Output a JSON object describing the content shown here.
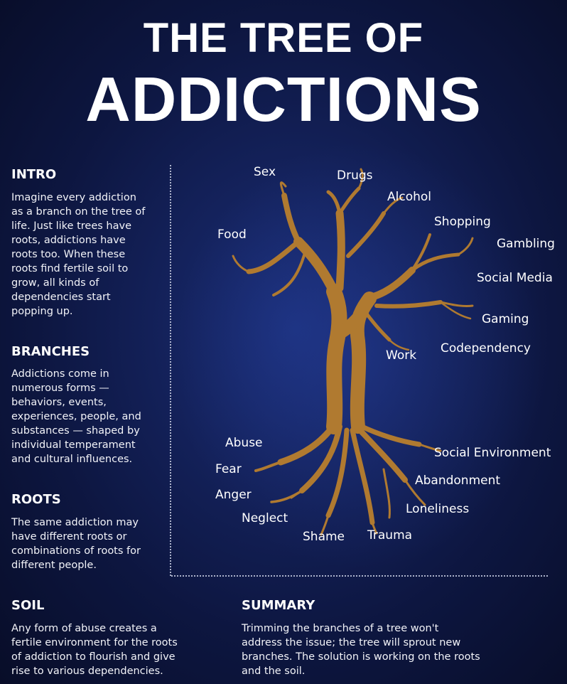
{
  "title": {
    "line1": "THE TREE OF",
    "line2": "ADDICTIONS"
  },
  "sections": {
    "intro": {
      "heading": "INTRO",
      "lines": [
        "Imagine every addiction",
        "as a branch on the tree of",
        "life. Just like trees have",
        "roots, addictions have",
        "roots too. When these",
        "roots find fertile soil to",
        "grow, all kinds of",
        "dependencies start",
        "popping up."
      ]
    },
    "branches": {
      "heading": "BRANCHES",
      "lines": [
        "Addictions come in",
        "numerous forms —",
        "behaviors, events,",
        "experiences, people, and",
        "substances — shaped by",
        "individual temperament",
        "and cultural influences."
      ]
    },
    "roots": {
      "heading": "ROOTS",
      "lines": [
        "The same addiction may",
        "have different roots or",
        "combinations of roots for",
        "different people."
      ]
    },
    "soil": {
      "heading": "SOIL",
      "lines": [
        "Any form of abuse creates a",
        "fertile environment for the roots",
        "of addiction to flourish and give",
        "rise to various dependencies."
      ]
    },
    "summary": {
      "heading": "SUMMARY",
      "lines": [
        "Trimming the branches of a tree won't",
        "address the issue; the tree will sprout new",
        "branches. The solution is working on the roots",
        "and the soil."
      ]
    }
  },
  "diagram": {
    "branch_labels": [
      "Sex",
      "Drugs",
      "Alcohol",
      "Shopping",
      "Food",
      "Gambling",
      "Social Media",
      "Gaming",
      "Codependency",
      "Work"
    ],
    "root_labels": [
      "Abuse",
      "Social Environment",
      "Fear",
      "Abandonment",
      "Anger",
      "Loneliness",
      "Neglect",
      "Shame",
      "Trauma"
    ]
  },
  "colors": {
    "background": "#0d1640",
    "background_center": "#1b2f7a",
    "tree": "#b07a30",
    "text": "#ffffff"
  }
}
